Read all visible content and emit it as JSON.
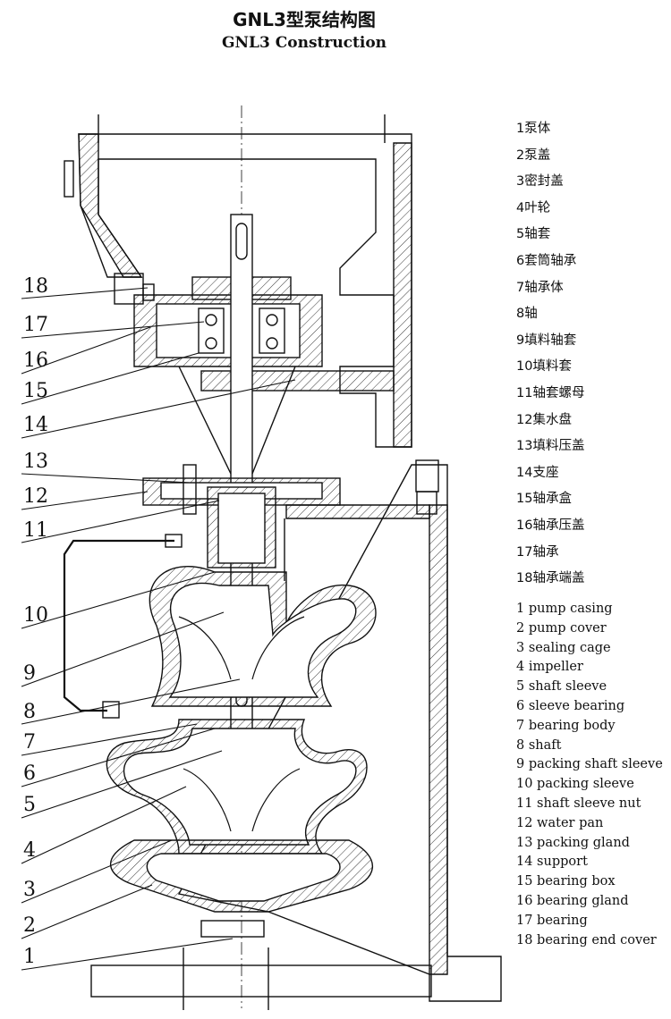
{
  "title": {
    "cn": "GNL3型泵结构图",
    "en": "GNL3 Construction"
  },
  "legend_cn": [
    "1泵体",
    "2泵盖",
    "3密封盖",
    "4叶轮",
    "5轴套",
    "6套筒轴承",
    "7轴承体",
    "8轴",
    "9填料轴套",
    "10填料套",
    "11轴套螺母",
    "12集水盘",
    "13填料压盖",
    "14支座",
    "15轴承盒",
    "16轴承压盖",
    "17轴承",
    "18轴承端盖"
  ],
  "legend_en": [
    "1 pump casing",
    "2 pump cover",
    "3 sealing cage",
    "4 impeller",
    "5 shaft sleeve",
    "6 sleeve bearing",
    "7 bearing body",
    "8 shaft",
    "9 packing shaft sleeve",
    "10 packing sleeve",
    "11 shaft sleeve nut",
    "12 water pan",
    "13 packing gland",
    "14 support",
    "15 bearing box",
    "16 bearing gland",
    "17 bearing",
    "18 bearing end cover"
  ],
  "callouts": [
    "18",
    "17",
    "16",
    "15",
    "14",
    "13",
    "12",
    "11",
    "10",
    "9",
    "8",
    "7",
    "6",
    "5",
    "4",
    "3",
    "2",
    "1"
  ]
}
